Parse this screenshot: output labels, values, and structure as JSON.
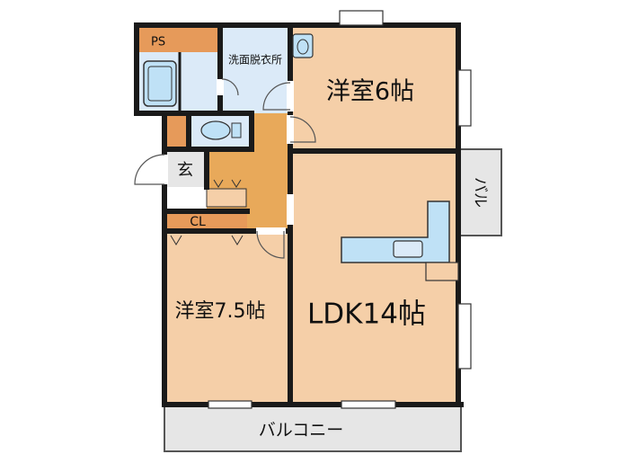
{
  "rooms": {
    "western_room_6": "洋室6帖",
    "western_room_7_5": "洋室7.5帖",
    "ldk": "LDK14帖",
    "washroom": "洗面脱衣所",
    "entrance": "玄",
    "closet": "CL",
    "pipe_space": "PS",
    "balcony_side": "バル",
    "balcony_main": "バルコニー"
  },
  "colors": {
    "room_fill": "#f5cfa8",
    "wet_area_fill": "#dbeaf8",
    "storage_fill": "#e69a5a",
    "corridor_fill": "#e8a95a",
    "balcony_fill": "#e6e6e6",
    "wall": "#1a1a1a",
    "fixture_fill": "#bfe1f6"
  }
}
